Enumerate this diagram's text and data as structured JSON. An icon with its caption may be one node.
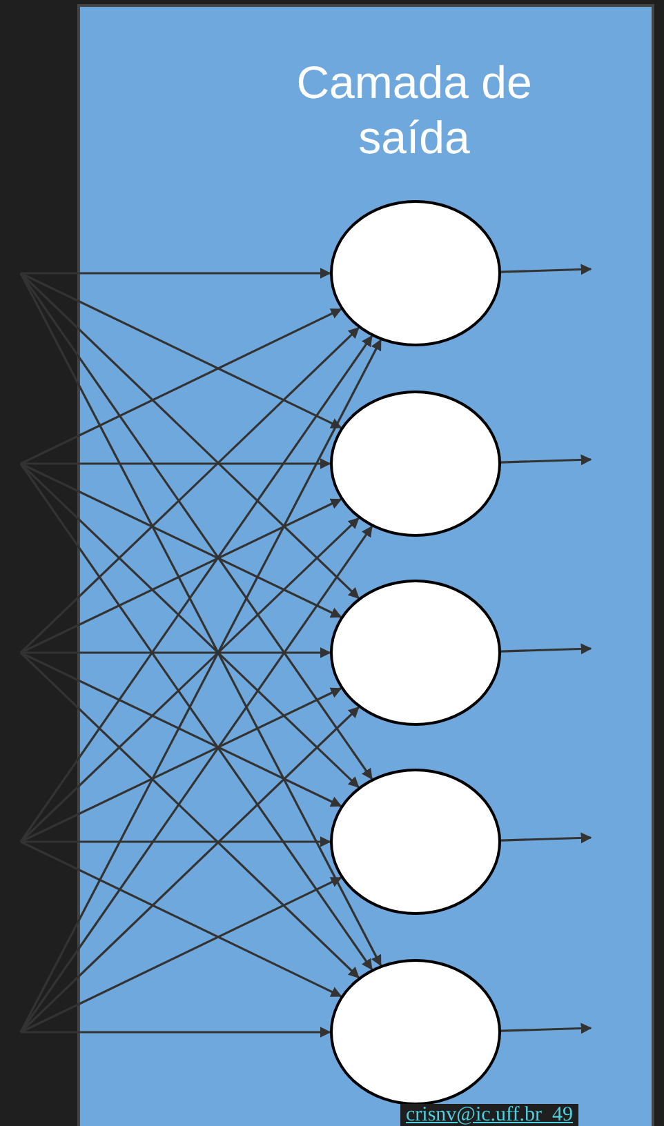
{
  "diagram": {
    "title": "Camada de saída",
    "nodes": [
      {
        "text": [],
        "shape": "circle"
      },
      {
        "text": [],
        "shape": "circle"
      },
      {
        "text": [],
        "shape": "circle"
      },
      {
        "text": [],
        "shape": "circle"
      },
      {
        "text": [],
        "shape": "circle"
      }
    ],
    "edges": [
      {
        "from": null,
        "to": 0,
        "arrow": "to"
      },
      {
        "from": null,
        "to": 1,
        "arrow": "to"
      },
      {
        "from": null,
        "to": 2,
        "arrow": "to"
      },
      {
        "from": null,
        "to": 3,
        "arrow": "to"
      },
      {
        "from": null,
        "to": 4,
        "arrow": "to"
      },
      {
        "from": null,
        "to": 0,
        "arrow": "to"
      },
      {
        "from": null,
        "to": 1,
        "arrow": "to"
      },
      {
        "from": null,
        "to": 2,
        "arrow": "to"
      },
      {
        "from": null,
        "to": 3,
        "arrow": "to"
      },
      {
        "from": null,
        "to": 4,
        "arrow": "to"
      },
      {
        "from": null,
        "to": 0,
        "arrow": "to"
      },
      {
        "from": null,
        "to": 1,
        "arrow": "to"
      },
      {
        "from": null,
        "to": 2,
        "arrow": "to"
      },
      {
        "from": null,
        "to": 3,
        "arrow": "to"
      },
      {
        "from": null,
        "to": 4,
        "arrow": "to"
      },
      {
        "from": null,
        "to": 0,
        "arrow": "to"
      },
      {
        "from": null,
        "to": 1,
        "arrow": "to"
      },
      {
        "from": null,
        "to": 2,
        "arrow": "to"
      },
      {
        "from": null,
        "to": 3,
        "arrow": "to"
      },
      {
        "from": null,
        "to": 4,
        "arrow": "to"
      },
      {
        "from": null,
        "to": 0,
        "arrow": "to"
      },
      {
        "from": null,
        "to": 1,
        "arrow": "to"
      },
      {
        "from": null,
        "to": 2,
        "arrow": "to"
      },
      {
        "from": null,
        "to": 3,
        "arrow": "to"
      },
      {
        "from": null,
        "to": 4,
        "arrow": "to"
      },
      {
        "from": 0,
        "to": null,
        "arrow": "to"
      },
      {
        "from": 1,
        "to": null,
        "arrow": "to"
      },
      {
        "from": 2,
        "to": null,
        "arrow": "to"
      },
      {
        "from": 3,
        "to": null,
        "arrow": "to"
      },
      {
        "from": 4,
        "to": null,
        "arrow": "to"
      }
    ],
    "labels": [
      "crisnv@ic.uff.br_49"
    ]
  }
}
